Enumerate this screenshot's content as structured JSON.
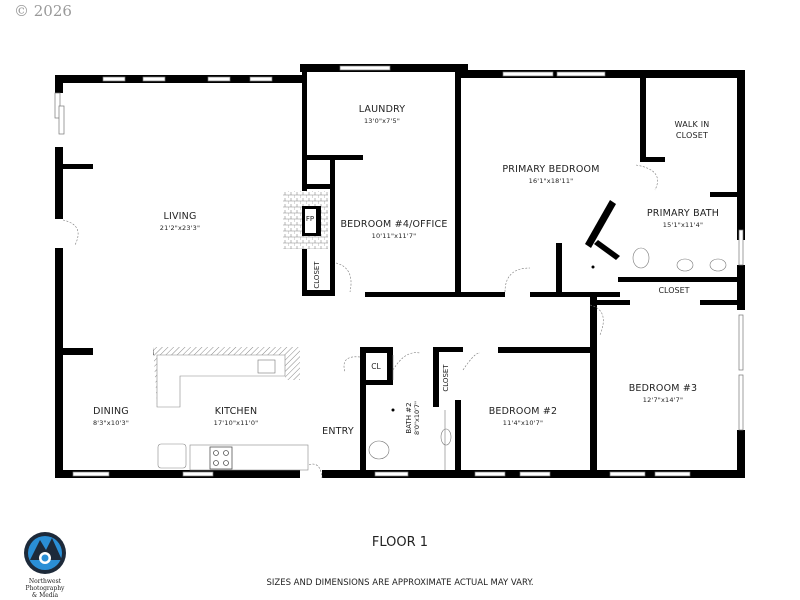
{
  "copyright": "© 2026",
  "floor_title": "FLOOR 1",
  "disclaimer": "SIZES AND DIMENSIONS ARE APPROXIMATE ACTUAL MAY VARY.",
  "logo": {
    "line1": "Northwest",
    "line2": "Photography & Media"
  },
  "rooms": {
    "laundry": {
      "name": "LAUNDRY",
      "dim": "13'0\"x7'5\""
    },
    "primary_bedroom": {
      "name": "PRIMARY BEDROOM",
      "dim": "16'1\"x18'11\""
    },
    "walk_in_closet": {
      "name": "WALK IN CLOSET"
    },
    "living": {
      "name": "LIVING",
      "dim": "21'2\"x23'3\""
    },
    "bedroom4": {
      "name": "BEDROOM #4/OFFICE",
      "dim": "10'11\"x11'7\""
    },
    "fp": {
      "name": "FP"
    },
    "closet_b4": {
      "name": "CLOSET"
    },
    "primary_bath": {
      "name": "PRIMARY BATH",
      "dim": "15'1\"x11'4\""
    },
    "closet_primary": {
      "name": "CLOSET"
    },
    "bedroom3": {
      "name": "BEDROOM #3",
      "dim": "12'7\"x14'7\""
    },
    "cl": {
      "name": "CL"
    },
    "closet_b2": {
      "name": "CLOSET"
    },
    "bath2": {
      "name": "BATH #2",
      "dim": "8'0\"x10'7\""
    },
    "bedroom2": {
      "name": "BEDROOM #2",
      "dim": "11'4\"x10'7\""
    },
    "dining": {
      "name": "DINING",
      "dim": "8'3\"x10'3\""
    },
    "kitchen": {
      "name": "KITCHEN",
      "dim": "17'10\"x11'0\""
    },
    "entry": {
      "name": "ENTRY"
    }
  },
  "colors": {
    "wall": "#000000",
    "logo_blue": "#2a8fd6",
    "logo_dark": "#1d2a3a"
  }
}
